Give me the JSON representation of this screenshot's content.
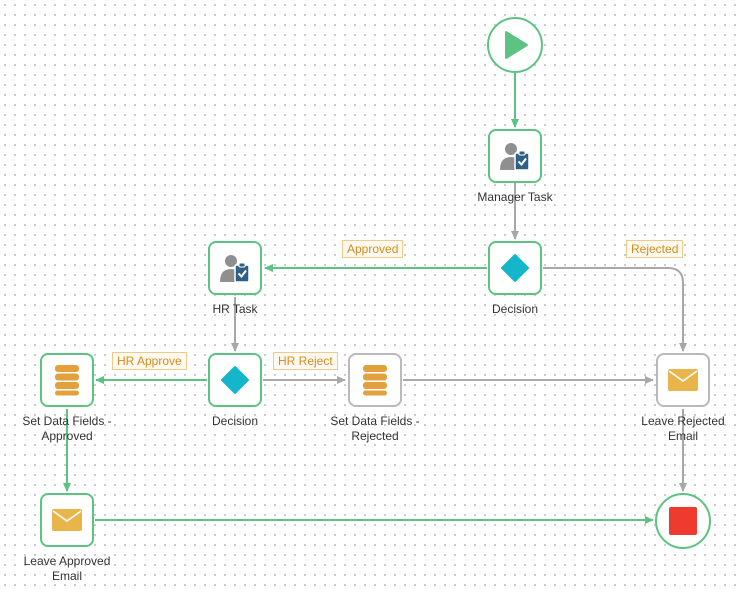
{
  "diagram": {
    "nodes": {
      "start": {
        "icon": "play-icon"
      },
      "manager_task": {
        "label": "Manager Task",
        "icon": "user-task-icon"
      },
      "decision_1": {
        "label": "Decision",
        "icon": "diamond-icon"
      },
      "hr_task": {
        "label": "HR Task",
        "icon": "user-task-icon"
      },
      "decision_2": {
        "label": "Decision",
        "icon": "diamond-icon"
      },
      "set_approved": {
        "label_line1": "Set Data Fields -",
        "label_line2": "Approved",
        "icon": "database-icon"
      },
      "set_rejected": {
        "label_line1": "Set Data Fields -",
        "label_line2": "Rejected",
        "icon": "database-icon"
      },
      "leave_rejected_email": {
        "label_line1": "Leave Rejected",
        "label_line2": "Email",
        "icon": "envelope-icon"
      },
      "leave_approved_email": {
        "label_line1": "Leave Approved",
        "label_line2": "Email",
        "icon": "envelope-icon"
      },
      "end": {
        "icon": "stop-icon"
      }
    },
    "edge_labels": {
      "approved": "Approved",
      "rejected": "Rejected",
      "hr_approve": "HR Approve",
      "hr_reject": "HR Reject"
    }
  },
  "colors": {
    "green": "#5cc383",
    "grey": "#a8a8a8",
    "start": "#5cc383",
    "end": "#ee3a2f",
    "decision": "#15b6c9",
    "database": "#e3a13e",
    "envelope": "#e9b54a",
    "user": "#8f8f8f",
    "clipboard": "#2e5f86",
    "edge_label_text": "#d68a1d"
  }
}
